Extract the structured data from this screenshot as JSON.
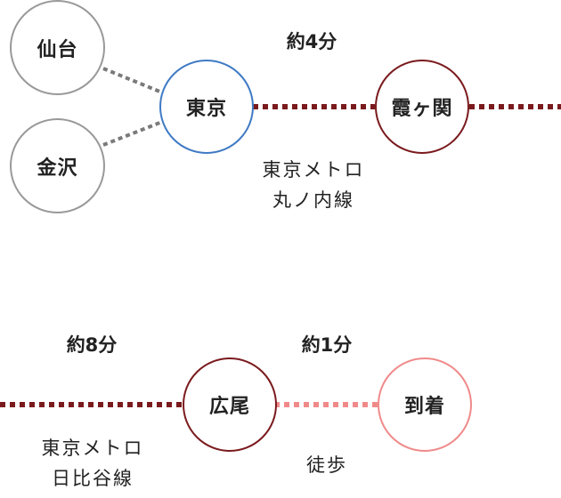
{
  "stations": {
    "sendai": "仙台",
    "kanazawa": "金沢",
    "tokyo": "東京",
    "kasumigaseki": "霞ヶ関",
    "hiroo": "広尾",
    "arrival": "到着"
  },
  "segments": {
    "marunouchi": {
      "time": "約4分",
      "line1": "東京メトロ",
      "line2": "丸ノ内線"
    },
    "hibiya": {
      "time": "約8分",
      "line1": "東京メトロ",
      "line2": "日比谷線"
    },
    "walk": {
      "time": "約1分",
      "mode": "徒歩"
    }
  },
  "colors": {
    "gray": "#999999",
    "dotted_gray": "#7a7a7a",
    "tokyo_blue": "#3f7ac4",
    "metro_maroon": "#7a1a1d",
    "walk_pink": "#f08a8a"
  }
}
